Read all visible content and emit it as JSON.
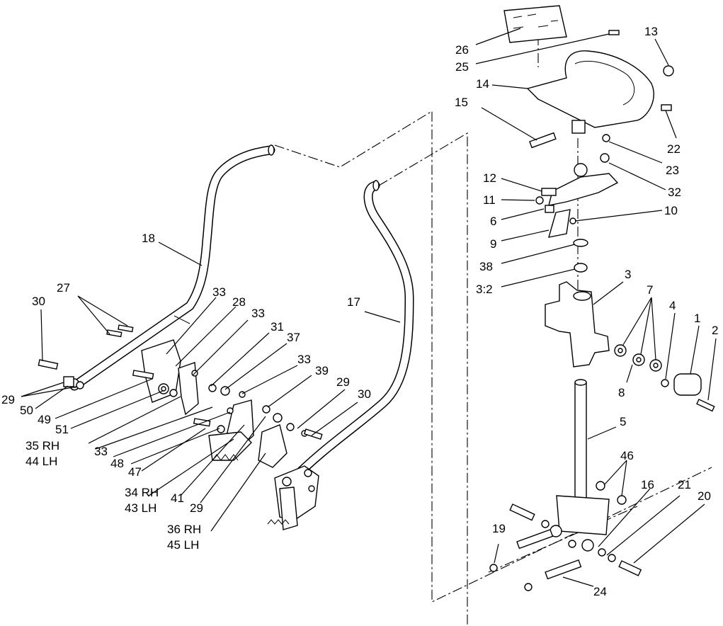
{
  "diagram": {
    "callouts": [
      "1",
      "2",
      "3",
      "3:2",
      "4",
      "5",
      "6",
      "7",
      "8",
      "9",
      "10",
      "11",
      "12",
      "13",
      "14",
      "15",
      "16",
      "17",
      "18",
      "19",
      "20",
      "21",
      "22",
      "23",
      "24",
      "25",
      "26",
      "27",
      "28",
      "29",
      "30",
      "31",
      "32",
      "33",
      "34 RH",
      "43 LH",
      "35 RH",
      "44 LH",
      "36 RH",
      "45 LH",
      "37",
      "38",
      "39",
      "41",
      "46",
      "47",
      "48",
      "49",
      "50",
      "51"
    ]
  }
}
